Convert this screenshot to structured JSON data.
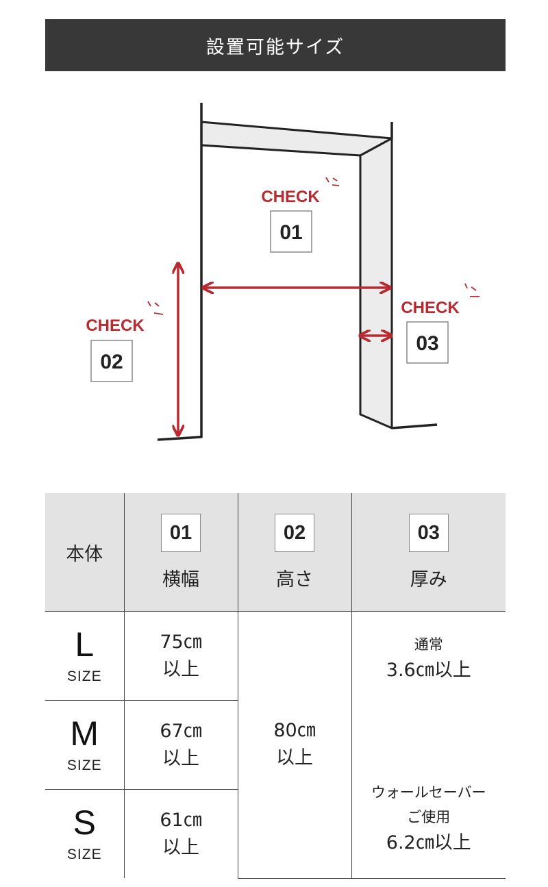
{
  "banner": {
    "title": "設置可能サイズ"
  },
  "diagram": {
    "check_label": "CHECK",
    "checks": [
      "01",
      "02",
      "03"
    ],
    "colors": {
      "accent": "#b82a30",
      "frame": "#222222",
      "shade": "#ececec"
    }
  },
  "table": {
    "body_label": "本体",
    "columns": [
      {
        "num": "01",
        "label": "横幅"
      },
      {
        "num": "02",
        "label": "高さ"
      },
      {
        "num": "03",
        "label": "厚み"
      }
    ],
    "size_word": "SIZE",
    "sizes": [
      {
        "letter": "L",
        "width_value": "75㎝",
        "width_suffix": "以上"
      },
      {
        "letter": "M",
        "width_value": "67㎝",
        "width_suffix": "以上"
      },
      {
        "letter": "S",
        "width_value": "61㎝",
        "width_suffix": "以上"
      }
    ],
    "height": {
      "value": "80㎝",
      "suffix": "以上"
    },
    "thickness": {
      "normal_caption": "通常",
      "normal_value": "3.6㎝以上",
      "saver_caption_1": "ウォールセーバー",
      "saver_caption_2": "ご使用",
      "saver_value": "6.2㎝以上"
    }
  }
}
